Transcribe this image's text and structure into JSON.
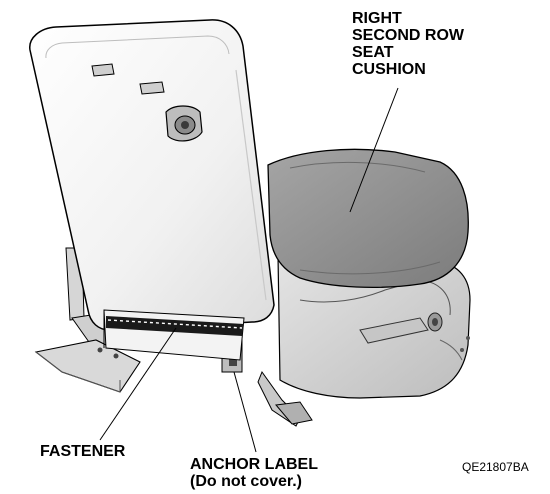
{
  "callouts": {
    "seat_cushion": [
      "RIGHT",
      "SECOND ROW",
      "SEAT",
      "CUSHION"
    ],
    "fastener": "FASTENER",
    "anchor_label": [
      "ANCHOR LABEL",
      "(Do not cover.)"
    ]
  },
  "figure_code": "QE21807BA",
  "colors": {
    "cushion_top": "#8f8f8f",
    "seatback": "#f2f2f2",
    "frame": "#d2d2d2",
    "outline": "#000000"
  }
}
